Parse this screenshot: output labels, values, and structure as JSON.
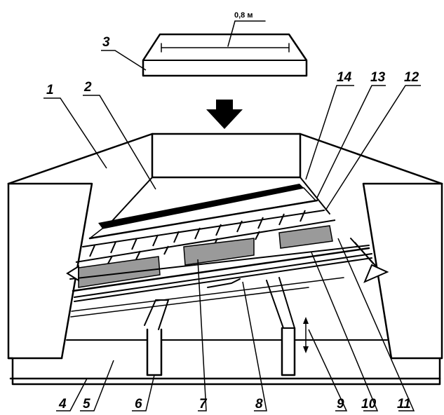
{
  "dimension_label": "0,8 м",
  "callouts": {
    "c1": "1",
    "c2": "2",
    "c3": "3",
    "c4": "4",
    "c5": "5",
    "c6": "6",
    "c7": "7",
    "c8": "8",
    "c9": "9",
    "c10": "10",
    "c11": "11",
    "c12": "12",
    "c13": "13",
    "c14": "14"
  },
  "colors": {
    "line": "#000000",
    "plate_fill": "#9a9a9a",
    "background": "#ffffff"
  }
}
